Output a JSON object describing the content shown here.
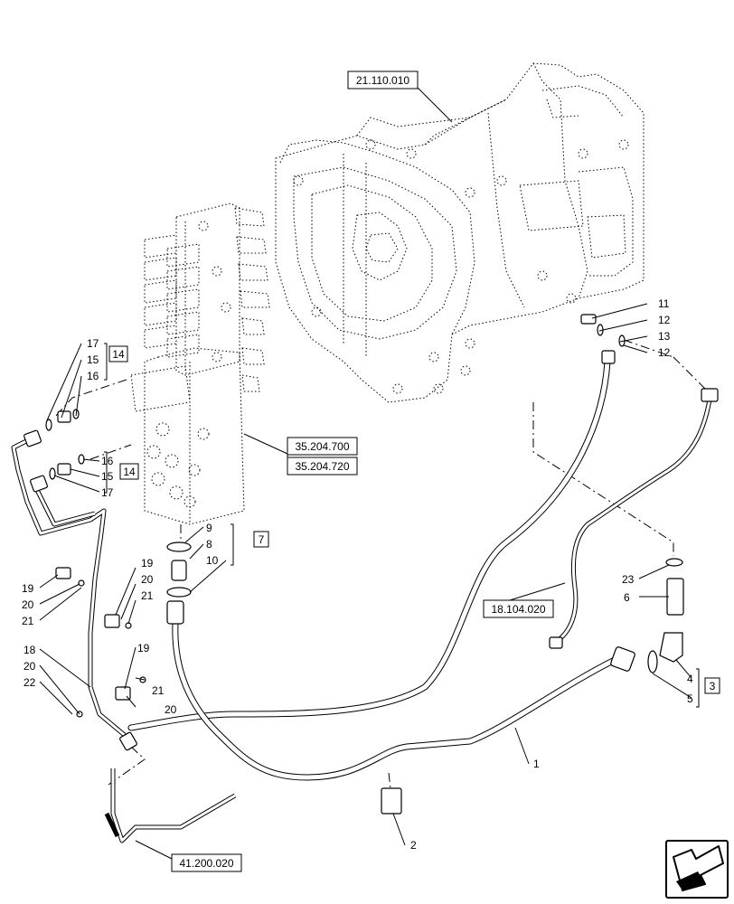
{
  "refs": {
    "r21110010": "21.110.010",
    "r35204700": "35.204.700",
    "r35204720": "35.204.720",
    "r18104020": "18.104.020",
    "r41200020": "41.200.020"
  },
  "group_boxes": {
    "g14a": "14",
    "g14b": "14",
    "g7": "7",
    "g3": "3"
  },
  "callouts": {
    "n11": "11",
    "n12a": "12",
    "n13": "13",
    "n12b": "12",
    "n17a": "17",
    "n15a": "15",
    "n16a": "16",
    "n16b": "16",
    "n15b": "15",
    "n17b": "17",
    "n9": "9",
    "n8": "8",
    "n10": "10",
    "n19a": "19",
    "n20a": "20",
    "n21a": "21",
    "n19b": "19",
    "n20b": "20",
    "n21b": "21",
    "n18": "18",
    "n20c": "20",
    "n22": "22",
    "n19c": "19",
    "n21c": "21",
    "n20d": "20",
    "n23": "23",
    "n6": "6",
    "n4": "4",
    "n5": "5",
    "n1": "1",
    "n2": "2"
  },
  "icons": {
    "nav": "navigation-arrow-icon"
  }
}
